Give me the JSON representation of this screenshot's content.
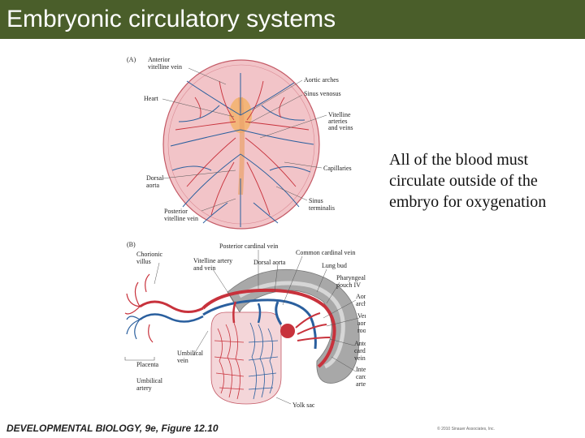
{
  "slide": {
    "title": "Embryonic circulatory systems",
    "body_text": "All of the blood must circulate outside of the embryo for oxygenation",
    "caption": "DEVELOPMENTAL BIOLOGY, 9e, Figure 12.10",
    "copyright": "© 2010 Sinauer Associates, Inc."
  },
  "colors": {
    "title_bar": "#4a5e2a",
    "artery_red": "#c8323c",
    "vein_blue": "#2a5f9e",
    "embryo_gray": "#9a9a9a",
    "disc_pink": "#f2c4c8"
  },
  "figure": {
    "panel_a": {
      "label": "(A)",
      "labels": {
        "anterior_vitelline_vein": [
          "Anterior",
          "vitelline vein"
        ],
        "heart": "Heart",
        "aortic_arches": "Aortic arches",
        "sinus_venosus": "Sinus venosus",
        "vitelline_arteries": [
          "Vitelline",
          "arteries",
          "and veins"
        ],
        "dorsal_aorta": [
          "Dorsal",
          "aorta"
        ],
        "capillaries": "Capillaries",
        "sinus_terminalis": [
          "Sinus",
          "terminalis"
        ],
        "posterior_vitelline_vein": [
          "Posterior",
          "vitelline vein"
        ]
      }
    },
    "panel_b": {
      "label": "(B)",
      "labels": {
        "posterior_cardinal_vein": "Posterior cardinal vein",
        "chorionic_villus": [
          "Chorionic",
          "villus"
        ],
        "vitelline_artery": [
          "Vitelline artery",
          "and vein"
        ],
        "dorsal_aorta": "Dorsal aorta",
        "common_cardinal_vein": "Common cardinal vein",
        "lung_bud": "Lung bud",
        "pharyngeal_pouch": [
          "Pharyngeal",
          "pouch IV"
        ],
        "aortic_arch": [
          "Aortic",
          "arch III"
        ],
        "ventral_aortic_root": [
          "Ventral",
          "aortic",
          "root"
        ],
        "anterior_cardinal_vein": [
          "Anterior",
          "cardinal",
          "vein"
        ],
        "internal_carotid": [
          "Internal",
          "carotid",
          "artery"
        ],
        "umbilical_vein": [
          "Umbilical",
          "vein"
        ],
        "placenta": "Placenta",
        "umbilical_artery": [
          "Umbilical",
          "artery"
        ],
        "yolk_sac": "Yolk sac"
      }
    }
  }
}
